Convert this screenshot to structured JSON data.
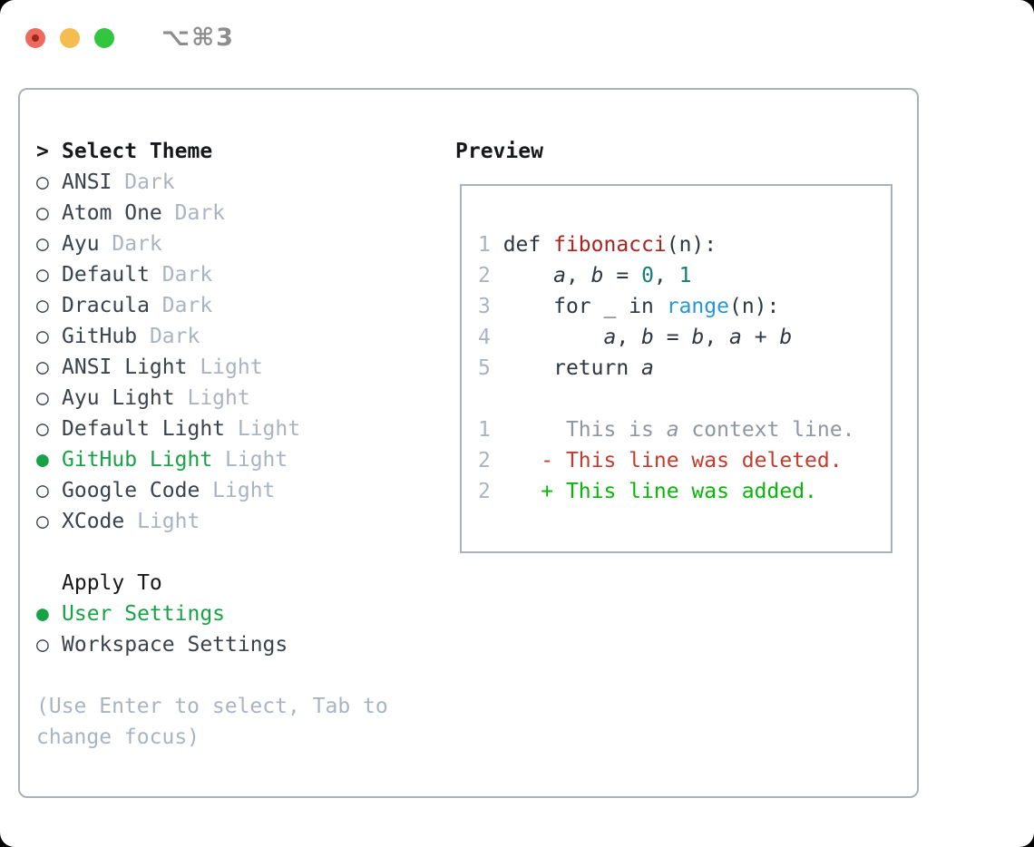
{
  "titlebar": {
    "title": "⌥⌘3",
    "traffic_lights": [
      {
        "name": "close",
        "color": "#ee6a5f"
      },
      {
        "name": "minimize",
        "color": "#f5bd50"
      },
      {
        "name": "maximize",
        "color": "#32c63e"
      }
    ]
  },
  "theme_panel": {
    "prompt": ">",
    "header": "Select Theme",
    "items": [
      {
        "name": "ANSI",
        "variant": "Dark",
        "selected": false
      },
      {
        "name": "Atom One",
        "variant": "Dark",
        "selected": false
      },
      {
        "name": "Ayu",
        "variant": "Dark",
        "selected": false
      },
      {
        "name": "Default",
        "variant": "Dark",
        "selected": false
      },
      {
        "name": "Dracula",
        "variant": "Dark",
        "selected": false
      },
      {
        "name": "GitHub",
        "variant": "Dark",
        "selected": false
      },
      {
        "name": "ANSI Light",
        "variant": "Light",
        "selected": false
      },
      {
        "name": "Ayu Light",
        "variant": "Light",
        "selected": false
      },
      {
        "name": "Default Light",
        "variant": "Light",
        "selected": false
      },
      {
        "name": "GitHub Light",
        "variant": "Light",
        "selected": true
      },
      {
        "name": "Google Code",
        "variant": "Light",
        "selected": false
      },
      {
        "name": "XCode",
        "variant": "Light",
        "selected": false
      }
    ],
    "marker_unselected": "○",
    "marker_selected": "●"
  },
  "apply_panel": {
    "header": "Apply To",
    "items": [
      {
        "name": "User Settings",
        "selected": true
      },
      {
        "name": "Workspace Settings",
        "selected": false
      }
    ]
  },
  "hint": {
    "lines": [
      "(Use Enter to select, Tab to",
      "change focus)"
    ]
  },
  "preview": {
    "header": "Preview",
    "code_lines": [
      {
        "num": "1",
        "segments": [
          {
            "t": "def ",
            "c": "code"
          },
          {
            "t": "fibonacci",
            "c": "func"
          },
          {
            "t": "(n):",
            "c": "code"
          }
        ]
      },
      {
        "num": "2",
        "segments": [
          {
            "t": "    ",
            "c": "code"
          },
          {
            "t": "a",
            "c": "var"
          },
          {
            "t": ", ",
            "c": "code"
          },
          {
            "t": "b",
            "c": "var"
          },
          {
            "t": " = ",
            "c": "code"
          },
          {
            "t": "0",
            "c": "num"
          },
          {
            "t": ", ",
            "c": "code"
          },
          {
            "t": "1",
            "c": "num"
          }
        ]
      },
      {
        "num": "3",
        "segments": [
          {
            "t": "    for _ in ",
            "c": "code"
          },
          {
            "t": "range",
            "c": "builtin"
          },
          {
            "t": "(n):",
            "c": "code"
          }
        ]
      },
      {
        "num": "4",
        "segments": [
          {
            "t": "        ",
            "c": "code"
          },
          {
            "t": "a",
            "c": "var"
          },
          {
            "t": ", ",
            "c": "code"
          },
          {
            "t": "b",
            "c": "var"
          },
          {
            "t": " = ",
            "c": "code"
          },
          {
            "t": "b",
            "c": "var"
          },
          {
            "t": ", ",
            "c": "code"
          },
          {
            "t": "a",
            "c": "var"
          },
          {
            "t": " + ",
            "c": "code"
          },
          {
            "t": "b",
            "c": "var"
          }
        ]
      },
      {
        "num": "5",
        "segments": [
          {
            "t": "    return ",
            "c": "code"
          },
          {
            "t": "a",
            "c": "var"
          }
        ]
      },
      {
        "num": "",
        "segments": []
      },
      {
        "num": "1",
        "segments": [
          {
            "t": "     This is ",
            "c": "context"
          },
          {
            "t": "a",
            "c": "context-var"
          },
          {
            "t": " context line.",
            "c": "context"
          }
        ]
      },
      {
        "num": "2",
        "segments": [
          {
            "t": "   - This line was deleted.",
            "c": "deleted"
          }
        ]
      },
      {
        "num": "2",
        "segments": [
          {
            "t": "   + This line was added.",
            "c": "added"
          }
        ]
      }
    ]
  },
  "colors": {
    "window_border": "#a9b1bc",
    "title_text": "#8d8d8d",
    "list_text": "#3a424b",
    "header_text": "#16181b",
    "muted_text": "#a9b4c0",
    "selected_green": "#17a345",
    "code_text": "#2e363f",
    "function_red": "#aa231f",
    "number_teal": "#107d78",
    "builtin_blue": "#2697d3",
    "context_gray": "#8e979f",
    "deleted_red": "#c43b2d",
    "added_green": "#0ab50a",
    "traffic_close": "#ee6a5f",
    "traffic_minimize": "#f5bd50",
    "traffic_maximize": "#32c63e"
  }
}
